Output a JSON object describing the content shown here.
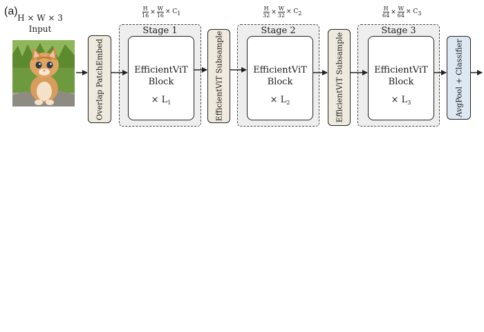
{
  "panel_label": "(a)",
  "input": {
    "dims": "H × W × 3",
    "label": "Input"
  },
  "patch_embed": "Overlap PatchEmbed",
  "stages": [
    {
      "title": "Stage 1",
      "block_line1": "EfficientViT",
      "block_line2": "Block",
      "repeat_prefix": "× L",
      "repeat_sub": "1",
      "dim_h": "H",
      "dim_w": "W",
      "dim_den": "16",
      "dim_c": "× C",
      "dim_c_sub": "1"
    },
    {
      "title": "Stage 2",
      "block_line1": "EfficientViT",
      "block_line2": "Block",
      "repeat_prefix": "× L",
      "repeat_sub": "2",
      "dim_h": "H",
      "dim_w": "W",
      "dim_den": "32",
      "dim_c": "× C",
      "dim_c_sub": "2"
    },
    {
      "title": "Stage 3",
      "block_line1": "EfficientViT",
      "block_line2": "Block",
      "repeat_prefix": "× L",
      "repeat_sub": "3",
      "dim_h": "H",
      "dim_w": "W",
      "dim_den": "64",
      "dim_c": "× C",
      "dim_c_sub": "3"
    }
  ],
  "subsample_1": "EfficientViT Subsample",
  "subsample_2": "EfficientViT Subsample",
  "classifier": "AvgPool + Classifier",
  "times_symbol": "×",
  "colors": {
    "stage_bg": "#eeeeee",
    "module_bg": "#eeeadd",
    "classifier_bg": "#dde8f3",
    "stroke": "#222222"
  }
}
